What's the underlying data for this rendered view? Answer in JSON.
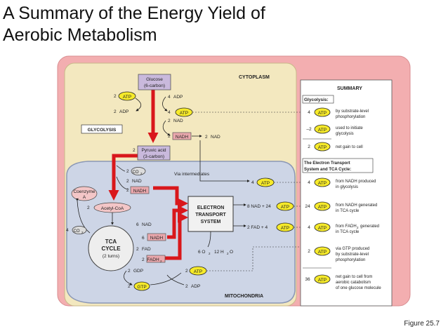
{
  "slide": {
    "title_line1": "A Summary of the Energy Yield of",
    "title_line2": "Aerobic Metabolism",
    "figure_caption": "Figure 25.7"
  },
  "colors": {
    "cell_bg": "#f3e8bf",
    "cell_outer": "#f3aeb0",
    "mitochondria_bg": "#cdd5e6",
    "atp_fill": "#f6ea2a",
    "red_arrow": "#d9171b",
    "nadh_box": "#eaa8ad",
    "glucose_box": "#c9b9dc",
    "summary_bg": "#ffffff"
  },
  "diagram": {
    "cytoplasm_label": "CYTOPLASM",
    "mitochondria_label": "MITOCHONDRIA",
    "glucose_line1": "Glucose",
    "glucose_line2": "(6-carbon)",
    "pyruvic_line1": "Pyruvic acid",
    "pyruvic_line2": "(3-carbon)",
    "glycolysis_label": "GLYCOLYSIS",
    "atp": "ATP",
    "adp": "ADP",
    "nad": "NAD",
    "nadh": "NADH",
    "fadh2": "FADH",
    "fad": "FAD",
    "gdp": "GDP",
    "gtp": "GTP",
    "co2": "CO",
    "n2": "2",
    "n4": "4",
    "n6": "6",
    "coenzyme_a_line1": "Coenzyme",
    "coenzyme_a_line2": "A",
    "acetyl_coa": "Acetyl-CoA",
    "tca_line1": "TCA",
    "tca_line2": "CYCLE",
    "tca_line3": "(2 turns)",
    "via_intermediates": "Via intermediates",
    "ets_line1": "ELECTRON",
    "ets_line2": "TRANSPORT",
    "ets_line3": "SYSTEM",
    "nad_plus_24": "8 NAD + 24",
    "fad_plus_4": "2 FAD +  4",
    "oxygen_water": "6 O",
    "water": "12 H",
    "water_end": "O",
    "sub2": "2"
  },
  "summary": {
    "title": "SUMMARY",
    "glycolysis_header": "Glycolysis:",
    "rows_glycolysis": [
      {
        "num": "4",
        "text1": "by substrate-level",
        "text2": "phosphorylation"
      },
      {
        "num": "–2",
        "text1": "used to initiate",
        "text2": "glycolysis"
      },
      {
        "num": "2",
        "text1": "net gain to cell",
        "text2": ""
      }
    ],
    "ets_header_line1": "The Electron Transport",
    "ets_header_line2": "System and TCA Cycle:",
    "rows_ets": [
      {
        "num": "4",
        "text1": "from NADH produced",
        "text2": "in glycolysis",
        "text3": ""
      },
      {
        "num": "24",
        "text1": "from NADH generated",
        "text2": "in TCA cycle",
        "text3": ""
      },
      {
        "num": "4",
        "text1": "from FADH",
        "text2": "generated",
        "text3": "in TCA cycle"
      },
      {
        "num": "2",
        "text1": "via GTP produced",
        "text2": "by substrate-level",
        "text3": "phosphorylation"
      },
      {
        "num": "36",
        "text1": "net gain to cell from",
        "text2": "aerobic catabolism",
        "text3": "of one glucose molecule"
      }
    ]
  }
}
